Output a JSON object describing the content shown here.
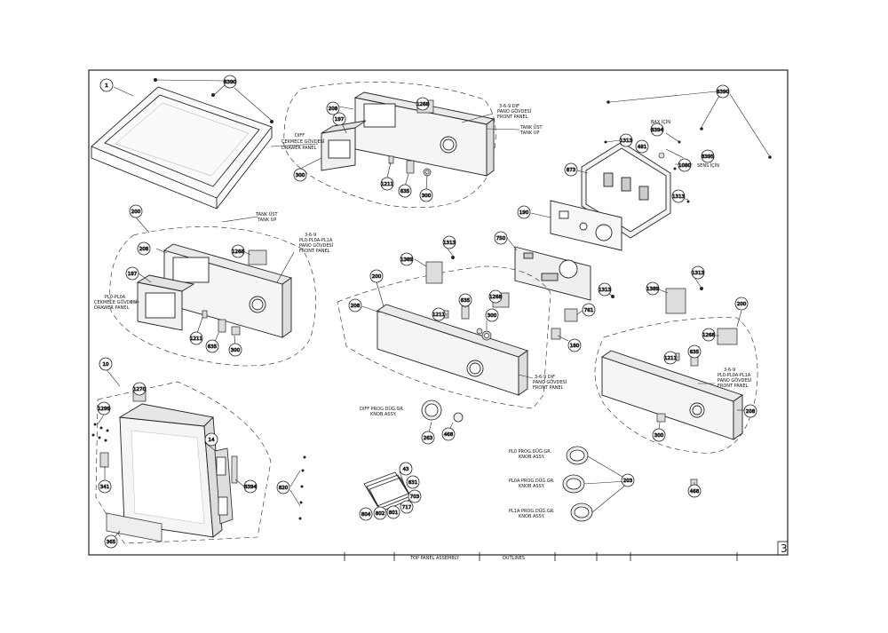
{
  "page_number": "3",
  "callouts": [
    {
      "id": "c1",
      "label": "1"
    },
    {
      "id": "c8390a",
      "label": "8390"
    },
    {
      "id": "c197a",
      "label": "197"
    },
    {
      "id": "c208a",
      "label": "208"
    },
    {
      "id": "c300a",
      "label": "300"
    },
    {
      "id": "c1268a",
      "label": "1268"
    },
    {
      "id": "c1211a",
      "label": "1211"
    },
    {
      "id": "c635a",
      "label": "635"
    },
    {
      "id": "c300b",
      "label": "300"
    },
    {
      "id": "c8390b",
      "label": "8390"
    },
    {
      "id": "c1313a",
      "label": "1313"
    },
    {
      "id": "c481a",
      "label": "481"
    },
    {
      "id": "c8394a",
      "label": "8394"
    },
    {
      "id": "c8395a",
      "label": "8395"
    },
    {
      "id": "c1080a",
      "label": "1080"
    },
    {
      "id": "c873",
      "label": "873"
    },
    {
      "id": "c1313b",
      "label": "1313"
    },
    {
      "id": "c200a",
      "label": "200"
    },
    {
      "id": "c208b",
      "label": "208"
    },
    {
      "id": "c1268b",
      "label": "1268"
    },
    {
      "id": "c197b",
      "label": "197"
    },
    {
      "id": "c1211b",
      "label": "1211"
    },
    {
      "id": "c635b",
      "label": "635"
    },
    {
      "id": "c300c",
      "label": "300"
    },
    {
      "id": "c190",
      "label": "190"
    },
    {
      "id": "c750",
      "label": "750"
    },
    {
      "id": "c1313c",
      "label": "1313"
    },
    {
      "id": "c1389a",
      "label": "1389"
    },
    {
      "id": "c200b",
      "label": "200"
    },
    {
      "id": "c208c",
      "label": "208"
    },
    {
      "id": "c1211c",
      "label": "1211"
    },
    {
      "id": "c635c",
      "label": "635"
    },
    {
      "id": "c1268c",
      "label": "1268"
    },
    {
      "id": "c300d",
      "label": "300"
    },
    {
      "id": "c1313d",
      "label": "1313"
    },
    {
      "id": "c761",
      "label": "761"
    },
    {
      "id": "c180",
      "label": "180"
    },
    {
      "id": "c1313e",
      "label": "1313"
    },
    {
      "id": "c1389b",
      "label": "1389"
    },
    {
      "id": "c200c",
      "label": "200"
    },
    {
      "id": "c1268d",
      "label": "1268"
    },
    {
      "id": "c1211d",
      "label": "1211"
    },
    {
      "id": "c635d",
      "label": "635"
    },
    {
      "id": "c208d",
      "label": "208"
    },
    {
      "id": "c300e",
      "label": "300"
    },
    {
      "id": "c10",
      "label": "10"
    },
    {
      "id": "c1270",
      "label": "1270"
    },
    {
      "id": "c1299",
      "label": "1299"
    },
    {
      "id": "c341",
      "label": "341"
    },
    {
      "id": "c14",
      "label": "14"
    },
    {
      "id": "c8394b",
      "label": "8394"
    },
    {
      "id": "c365",
      "label": "365"
    },
    {
      "id": "c820",
      "label": "820"
    },
    {
      "id": "c263",
      "label": "263"
    },
    {
      "id": "c468a",
      "label": "468"
    },
    {
      "id": "c43",
      "label": "43"
    },
    {
      "id": "c831",
      "label": "831"
    },
    {
      "id": "c703",
      "label": "703"
    },
    {
      "id": "c717",
      "label": "717"
    },
    {
      "id": "c804",
      "label": "804"
    },
    {
      "id": "c802",
      "label": "802"
    },
    {
      "id": "c801",
      "label": "801"
    },
    {
      "id": "c203",
      "label": "203"
    },
    {
      "id": "c468b",
      "label": "468"
    }
  ],
  "texts": {
    "front_panel_top": [
      "3-6-9 DIF",
      "PANO GÖVDESİ",
      "FRONT PANEL"
    ],
    "tank_up_top": [
      "TANK ÜST",
      "TANK UP"
    ],
    "drawer_top": [
      "DIFF",
      "ÇEKMECE GÖVDESİ",
      "DRAWER PANEL"
    ],
    "bax_icin": "BAX İÇİN",
    "sens_icin": "SENS İÇİN",
    "tank_up_left": [
      "TANK ÜST",
      "TANK UP"
    ],
    "front_panel_left": [
      "3-6-9",
      "PL0-PL0A-PL1A",
      "PANO GÖVDESİ",
      "FRONT PANEL"
    ],
    "drawer_left": [
      "PL0-PL0A",
      "ÇEKMECE GÖVDESİ",
      "DRAWER PANEL"
    ],
    "front_panel_center": [
      "3-6-9 DIF",
      "PANO GÖVDESİ",
      "FRONT PANEL"
    ],
    "front_panel_right": [
      "3-6-9",
      "PL0-PL0A-PL1A",
      "PANO GÖVDESİ",
      "FRONT PANEL"
    ],
    "knob_diff": [
      "DIFF PROG DÜĞ.GR.",
      "KNOB ASSY."
    ],
    "knob_pl0": [
      "PL0 PROG.DÜĞ.GR.",
      "KNOB ASSY."
    ],
    "knob_pl0a": [
      "PL0A PROG.DÜĞ.GR.",
      "KNOB ASSY."
    ],
    "knob_pl1a": [
      "PL1A PROG.DÜĞ.GR.",
      "KNOB ASSY."
    ],
    "title_block": [
      "TOP PANEL ASSEMBLY",
      "OUTLINES"
    ]
  }
}
